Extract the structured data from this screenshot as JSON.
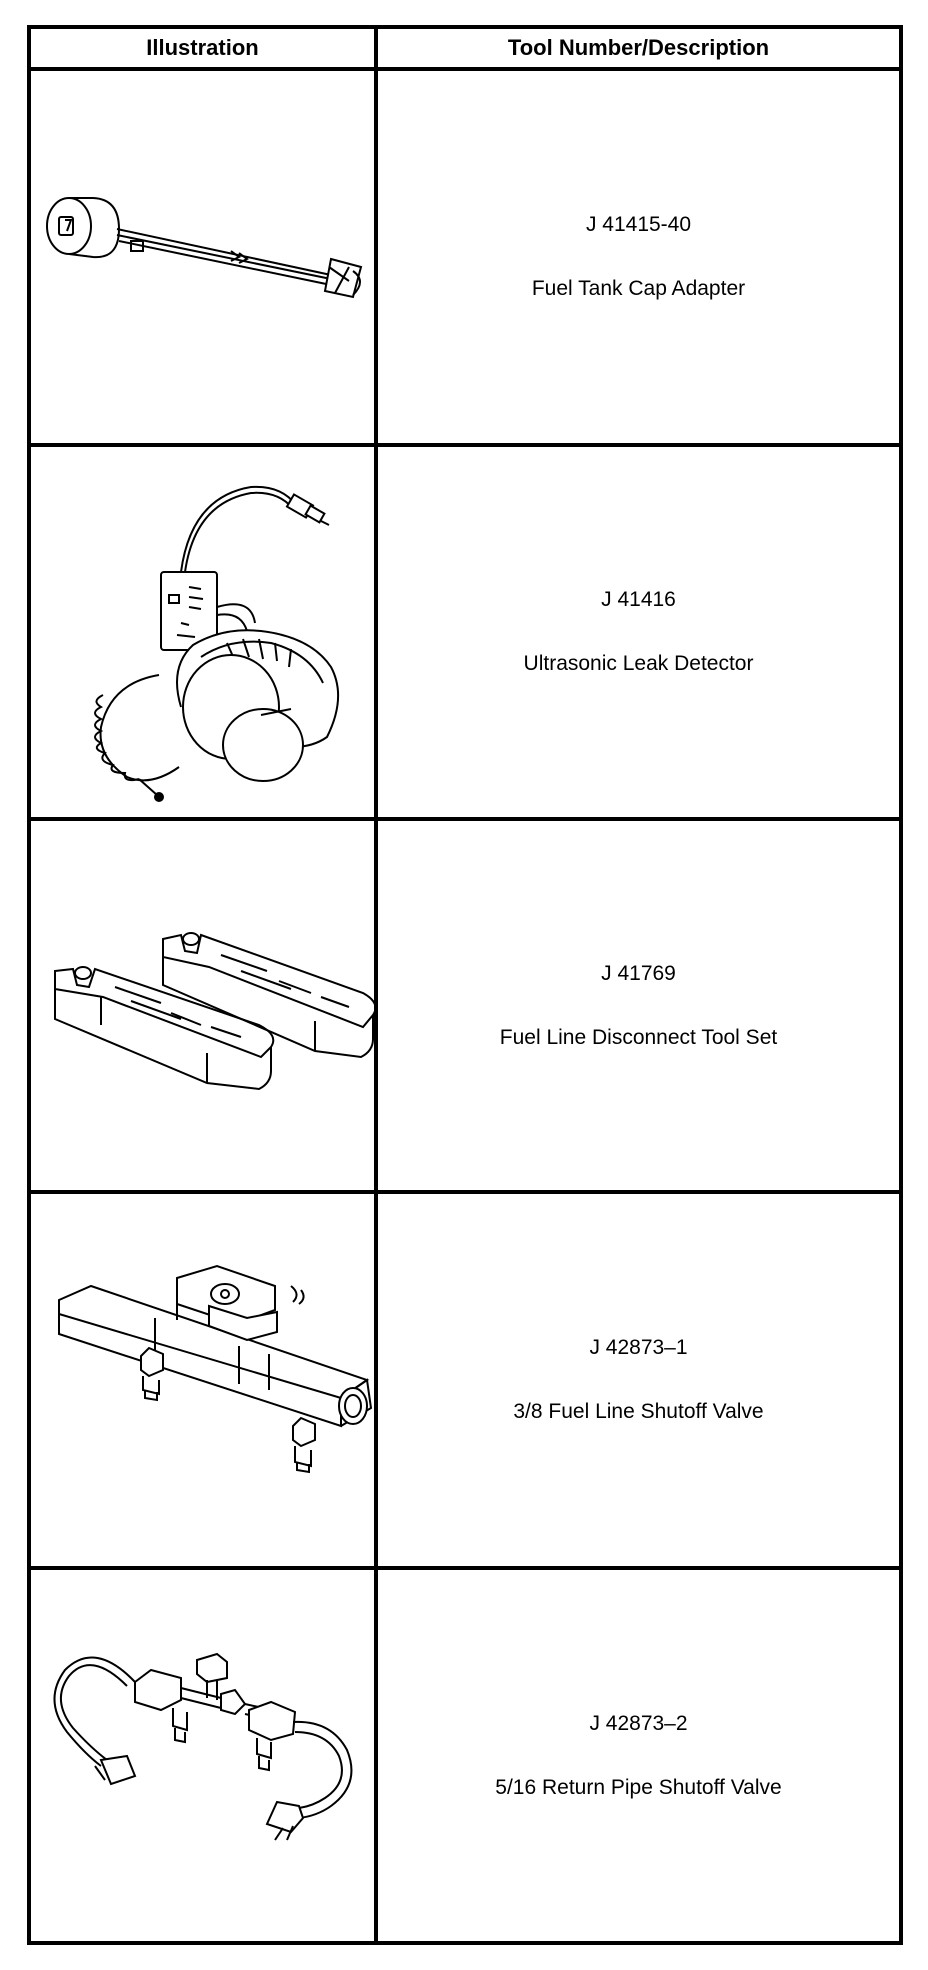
{
  "table": {
    "headers": {
      "illustration": "Illustration",
      "tool": "Tool Number/Description"
    },
    "rows": [
      {
        "number": "J 41415-40",
        "description": "Fuel Tank Cap Adapter",
        "icon": "fuel-tank-cap-adapter-icon"
      },
      {
        "number": "J 41416",
        "description": "Ultrasonic Leak Detector",
        "icon": "ultrasonic-leak-detector-icon"
      },
      {
        "number": "J 41769",
        "description": "Fuel Line Disconnect Tool Set",
        "icon": "fuel-line-disconnect-tool-icon"
      },
      {
        "number": "J 42873–1",
        "description": "3/8 Fuel Line Shutoff Valve",
        "icon": "fuel-line-shutoff-valve-icon"
      },
      {
        "number": "J 42873–2",
        "description": "5/16 Return Pipe Shutoff Valve",
        "icon": "return-pipe-shutoff-valve-icon"
      }
    ]
  }
}
